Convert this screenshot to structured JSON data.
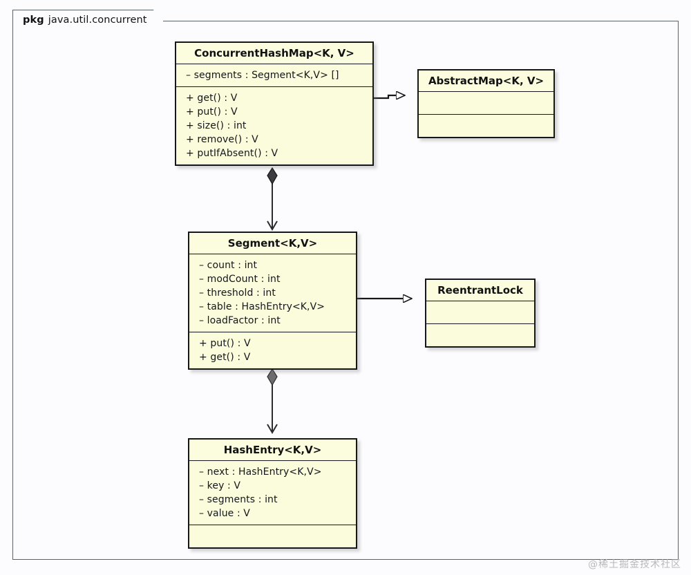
{
  "diagram": {
    "type": "uml-class-diagram",
    "package": {
      "keyword": "pkg",
      "name": "java.util.concurrent"
    },
    "watermark": "@稀土掘金技术社区",
    "colors": {
      "class_fill": "#fbfcdc",
      "class_border": "#15161a",
      "frame_border": "#5b5f66",
      "page_background": "#fcfcfe",
      "watermark": "#b9b9bd"
    },
    "classes": [
      {
        "id": "concurrenthashmap",
        "title": "ConcurrentHashMap<K, V>",
        "attributes": [
          "– segments : Segment<K,V> []"
        ],
        "operations": [
          "+ get() : V",
          "+ put() : V",
          "+ size() : int",
          "+ remove() : V",
          "+ putIfAbsent() : V"
        ]
      },
      {
        "id": "abstractmap",
        "title": "AbstractMap<K, V>",
        "attributes": [],
        "operations": []
      },
      {
        "id": "segment",
        "title": "Segment<K,V>",
        "attributes": [
          "– count : int",
          "– modCount : int",
          "– threshold : int",
          "– table : HashEntry<K,V>",
          "– loadFactor : int"
        ],
        "operations": [
          "+ put() : V",
          "+ get() : V"
        ]
      },
      {
        "id": "reentrantlock",
        "title": "ReentrantLock",
        "attributes": [],
        "operations": []
      },
      {
        "id": "hashentry",
        "title": "HashEntry<K,V>",
        "attributes": [
          "– next : HashEntry<K,V>",
          "– key : V",
          "– segments : int",
          "– value : V"
        ],
        "operations": []
      }
    ],
    "relations": [
      {
        "id": "chm-extends-abstractmap",
        "kind": "generalization",
        "from": "concurrenthashmap",
        "to": "abstractmap"
      },
      {
        "id": "chm-composes-segment",
        "kind": "composition",
        "from": "concurrenthashmap",
        "to": "segment"
      },
      {
        "id": "segment-extends-reentrantlock",
        "kind": "generalization",
        "from": "segment",
        "to": "reentrantlock"
      },
      {
        "id": "segment-composes-hashentry",
        "kind": "composition",
        "from": "segment",
        "to": "hashentry"
      }
    ]
  }
}
